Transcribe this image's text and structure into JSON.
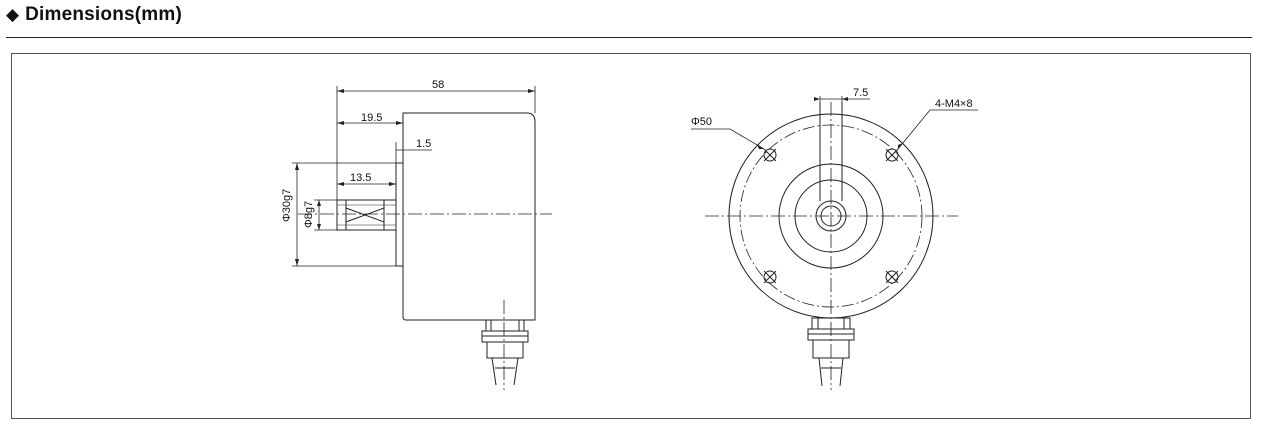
{
  "header": {
    "bullet_icon": "diamond-icon",
    "title": "Dimensions(mm)"
  },
  "side_view": {
    "overall_length": "58",
    "flange_offset": "19.5",
    "flange_thickness": "1.5",
    "shaft_length": "13.5",
    "spigot_diameter": "Φ30g7",
    "shaft_diameter": "Φ8g7"
  },
  "front_view": {
    "keyway_width": "7.5",
    "mounting_holes": "4-M4×8",
    "bolt_circle": "Φ50"
  }
}
